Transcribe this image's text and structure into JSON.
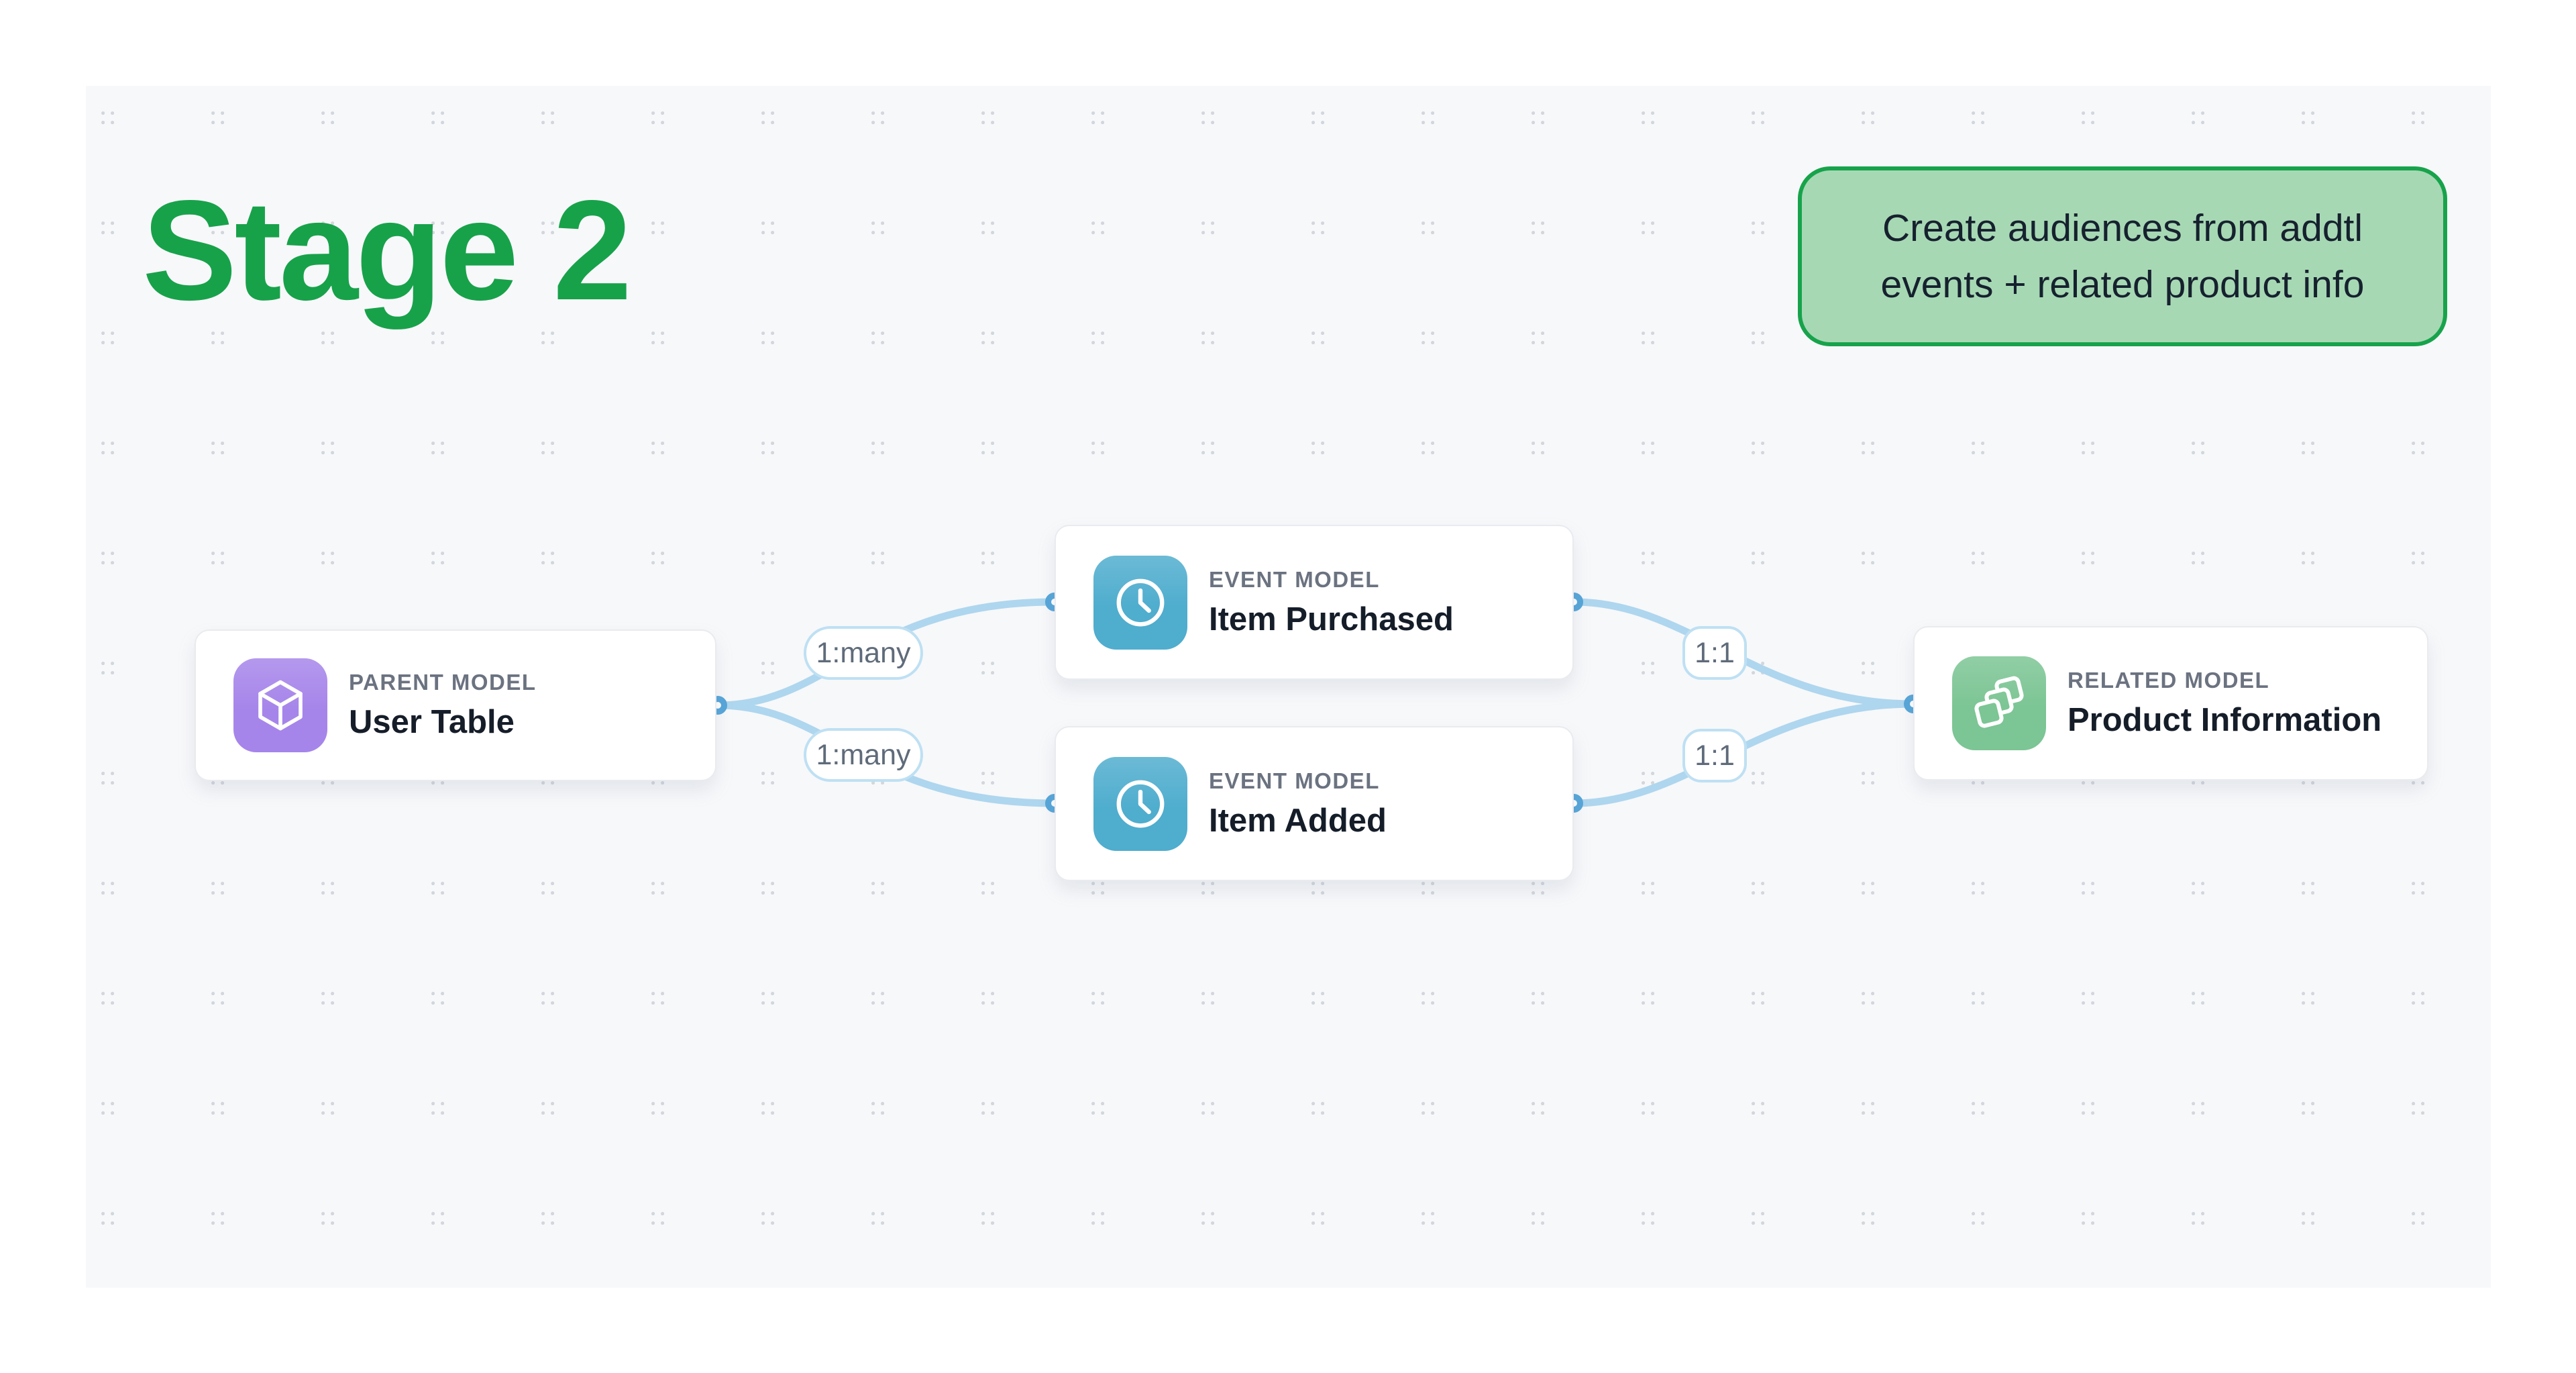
{
  "canvas": {
    "background": "#f7f8fa",
    "dot_color": "#d3d7dd"
  },
  "title": {
    "text": "Stage 2",
    "color": "#17a24a"
  },
  "callout": {
    "line1": "Create audiences from addtl",
    "line2": "events + related product info",
    "background": "#a7d8b4",
    "border_color": "#17a34b",
    "text_color": "#16212e"
  },
  "nodes": [
    {
      "type_label": "PARENT MODEL",
      "name": "User Table",
      "icon": "cube-icon",
      "color": "#a685ea"
    },
    {
      "type_label": "EVENT MODEL",
      "name": "Item Purchased",
      "icon": "clock-icon",
      "color": "#4fadce"
    },
    {
      "type_label": "EVENT MODEL",
      "name": "Item Added",
      "icon": "clock-icon",
      "color": "#4fadce"
    },
    {
      "type_label": "RELATED MODEL",
      "name": "Product Information",
      "icon": "layers-icon",
      "color": "#7cc594"
    }
  ],
  "edges": {
    "line_color": "#aed6ee",
    "dot_ring_color": "#55a5d9",
    "labels": [
      {
        "text": "1:many"
      },
      {
        "text": "1:many"
      },
      {
        "text": "1:1"
      },
      {
        "text": "1:1"
      }
    ]
  }
}
